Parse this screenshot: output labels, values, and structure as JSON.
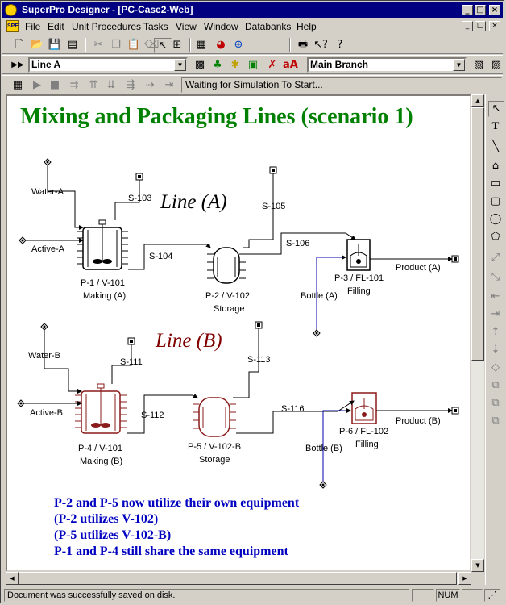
{
  "window": {
    "title": "SuperPro Designer - [PC-Case2-Web]"
  },
  "title_buttons": {
    "minimize": "_",
    "maximize": "□",
    "close": "×"
  },
  "menu": {
    "doc_icon": "SPF",
    "items": [
      "File",
      "Edit",
      "Unit Procedures",
      "Tasks",
      "View",
      "Window",
      "Databanks",
      "Help"
    ]
  },
  "toolbar1": {
    "icons": [
      "new-file-icon",
      "open-folder-icon",
      "save-icon",
      "save-all-icon",
      "cut-icon",
      "copy-icon",
      "paste-icon",
      "delete-icon",
      "pointer-icon",
      "connect-icon",
      "calculator-icon",
      "colors-icon",
      "component-icon",
      "print-icon",
      "context-help-icon",
      "help-icon"
    ]
  },
  "toolbar2": {
    "line_select": "Line A",
    "branch_select": "Main Branch"
  },
  "toolbar3": {
    "status": "Waiting for Simulation To Start..."
  },
  "flowsheet": {
    "title": "Mixing and Packaging Lines (scenario 1)",
    "line_a": "Line (A)",
    "line_b": "Line (B)",
    "streams": {
      "water_a": "Water-A",
      "active_a": "Active-A",
      "s103": "S-103",
      "s104": "S-104",
      "s105": "S-105",
      "s106": "S-106",
      "product_a": "Product (A)",
      "bottle_a": "Bottle (A)",
      "water_b": "Water-B",
      "active_b": "Active-B",
      "s111": "S-111",
      "s112": "S-112",
      "s113": "S-113",
      "s116": "S-116",
      "product_b": "Product (B)",
      "bottle_b": "Bottle (B)"
    },
    "units": {
      "p1_name": "P-1 / V-101",
      "p1_desc": "Making (A)",
      "p2_name": "P-2 / V-102",
      "p2_desc": "Storage",
      "p3_name": "P-3 / FL-101",
      "p3_desc": "Filling",
      "p4_name": "P-4 / V-101",
      "p4_desc": "Making (B)",
      "p5_name": "P-5 / V-102-B",
      "p5_desc": "Storage",
      "p6_name": "P-6 / FL-102",
      "p6_desc": "Filling"
    },
    "notes": [
      "P-2 and P-5 now utilize their own equipment",
      "(P-2 utilizes V-102)",
      "(P-5 utilizes V-102-B)",
      "P-1 and P-4 still share the same equipment"
    ],
    "colors": {
      "title": "#008000",
      "line_b": "#800000",
      "notes": "#0000c0",
      "unit_b": "#8b1a1a",
      "bottle_stream": "#0000aa"
    }
  },
  "palette": {
    "icons": [
      "arrow-select-icon",
      "text-tool-icon",
      "line-tool-icon",
      "polyline-tool-icon",
      "rectangle-tool-icon",
      "rounded-rectangle-tool-icon",
      "ellipse-tool-icon",
      "polygon-tool-icon"
    ]
  },
  "statusbar": {
    "message": "Document was successfully saved on disk.",
    "num": "NUM"
  }
}
